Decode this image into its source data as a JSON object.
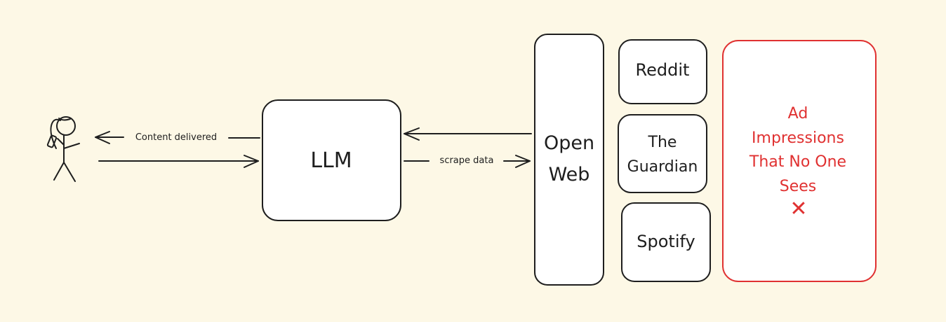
{
  "nodes": {
    "llm": "LLM",
    "open_web": [
      "Open",
      "Web"
    ],
    "reddit": "Reddit",
    "guardian": [
      "The",
      "Guardian"
    ],
    "spotify": "Spotify",
    "ad_impressions": [
      "Ad",
      "Impressions",
      "That No One",
      "Sees"
    ]
  },
  "edges": {
    "content_delivered": "Content delivered",
    "scrape_data": "scrape data"
  },
  "marks": {
    "cross": "✕"
  },
  "icons": {
    "user": "person-with-phone-icon"
  },
  "colors": {
    "background": "#fdf8e6",
    "stroke": "#1e1e1e",
    "box_fill": "#ffffff",
    "accent": "#e03131"
  }
}
